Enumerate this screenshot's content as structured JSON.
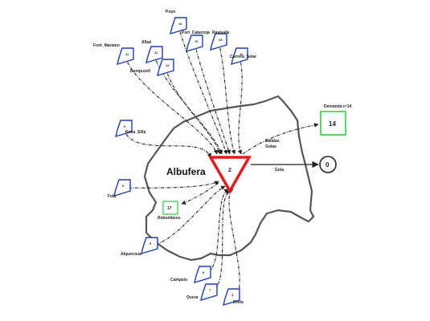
{
  "title": "Albufera",
  "hub": {
    "number": "2"
  },
  "accent_colors": {
    "inflow_node": "#1f3fb0",
    "demand_box": "#2ecc40",
    "hub_triangle": "#e11b1b",
    "lake_outline": "#555555",
    "flow_line": "#222222"
  },
  "inflows": [
    {
      "id": "poyo",
      "label": "Poyo",
      "number": "14"
    },
    {
      "id": "port-catarroja",
      "label": "Port_Catarroja",
      "number": "10"
    },
    {
      "id": "ravisalle",
      "label": "Ravisalle",
      "number": "15"
    },
    {
      "id": "font-mariano",
      "label": "Font_Mariano",
      "number": "11"
    },
    {
      "id": "albal",
      "label": "Albal",
      "number": "12"
    },
    {
      "id": "benipuzell",
      "label": "Benipuzell",
      "number": "13"
    },
    {
      "id": "carrera-solar",
      "label": "Carrera_Solar",
      "number": "16"
    },
    {
      "id": "nova-silla",
      "label": "Nova_Silla",
      "number": "6"
    },
    {
      "id": "fola",
      "label": "Fola",
      "number": "5"
    },
    {
      "id": "alquerosia",
      "label": "Alquerosia",
      "number": "9"
    },
    {
      "id": "campets",
      "label": "Campets",
      "number": "8"
    },
    {
      "id": "overa",
      "label": "Overa",
      "number": "7"
    },
    {
      "id": "dreta",
      "label": "Dreta",
      "number": "3"
    }
  ],
  "demand": {
    "label": "Demanda nº14",
    "number": "14"
  },
  "reboundeo": {
    "label": "Rebombeos",
    "number": "17"
  },
  "outlets": {
    "salidas_label_1": "Salidas",
    "salidas_label_2": "Golas",
    "gola_label": "Gola",
    "sink_number": "0"
  }
}
